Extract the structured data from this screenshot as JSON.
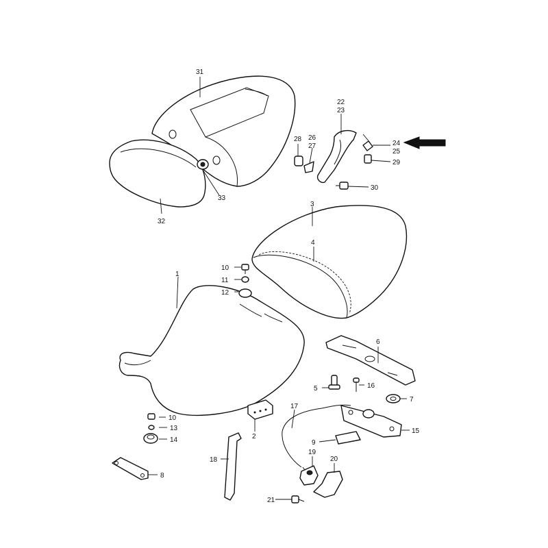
{
  "labels": {
    "l1": "1",
    "l2": "2",
    "l3": "3",
    "l4": "4",
    "l5": "5",
    "l6": "6",
    "l7": "7",
    "l8": "8",
    "l9": "9",
    "l10a": "10",
    "l10b": "10",
    "l11": "11",
    "l12": "12",
    "l13": "13",
    "l14": "14",
    "l15": "15",
    "l16": "16",
    "l17": "17",
    "l18": "18",
    "l19": "19",
    "l20": "20",
    "l21": "21",
    "l22": "22",
    "l23": "23",
    "l24": "24",
    "l25": "25",
    "l26": "26",
    "l27": "27",
    "l28": "28",
    "l29": "29",
    "l30": "30",
    "l31": "31",
    "l32": "32",
    "l33": "33"
  },
  "arrow_color": "#111111"
}
